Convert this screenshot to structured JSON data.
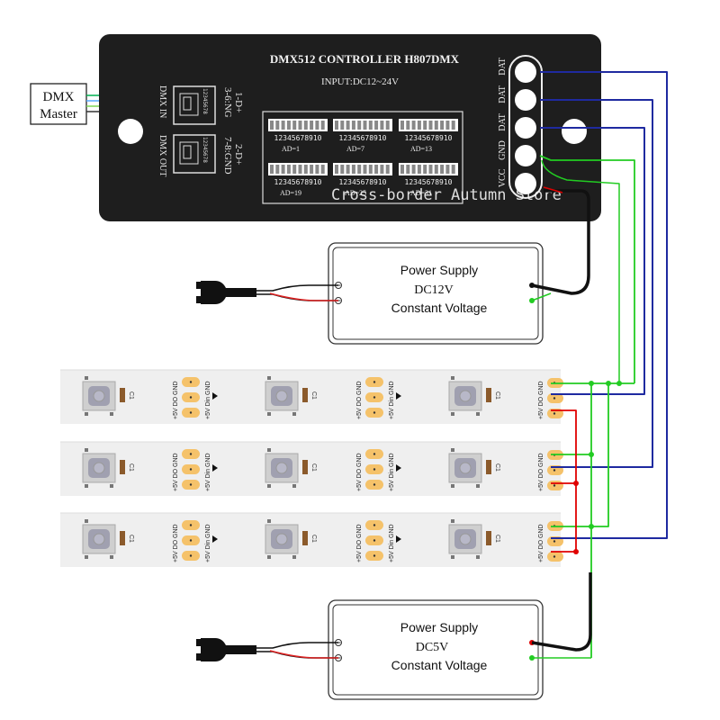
{
  "master": {
    "line1": "DMX",
    "line2": "Master"
  },
  "controller": {
    "title": "DMX512  CONTROLLER  H807DMX",
    "input": "INPUT:DC12~24V",
    "dmx_in": "DMX   IN",
    "dmx_out": "DMX   OUT",
    "rj45_pins": "12345678",
    "pin_legend_left": [
      "1-D+",
      "3-6:NG"
    ],
    "pin_legend_right": [
      "2-D+",
      "7-8:GND"
    ],
    "dip_digits": "12345678910",
    "dip_labels": [
      "AD=1",
      "AD=7",
      "AD=13",
      "AD=19",
      "AD=25",
      "AD=31"
    ],
    "terminals": [
      "DAT",
      "DAT",
      "DAT",
      "GND",
      "VCC"
    ]
  },
  "watermark": "Cross-border Autumn Store",
  "psu12": {
    "line1": "Power Supply",
    "line2": "DC12V",
    "line3": "Constant Voltage"
  },
  "psu5": {
    "line1": "Power Supply",
    "line2": "DC5V",
    "line3": "Constant Voltage"
  },
  "strip": {
    "pad_left": [
      "+5V",
      "DO",
      "GND"
    ],
    "pad_right": [
      "+5V",
      "Din",
      "GND"
    ],
    "end_pads": [
      "+5V",
      "DO",
      "GND"
    ],
    "cap_label": "C1"
  },
  "colors": {
    "dmx_line": "#00b050",
    "data_wire": "#1f2aa0",
    "gnd_wire": "#22cc22",
    "pos_wire": "#e00000",
    "controller_body": "#1e1e1e",
    "solder_pad": "#f5c26a"
  }
}
